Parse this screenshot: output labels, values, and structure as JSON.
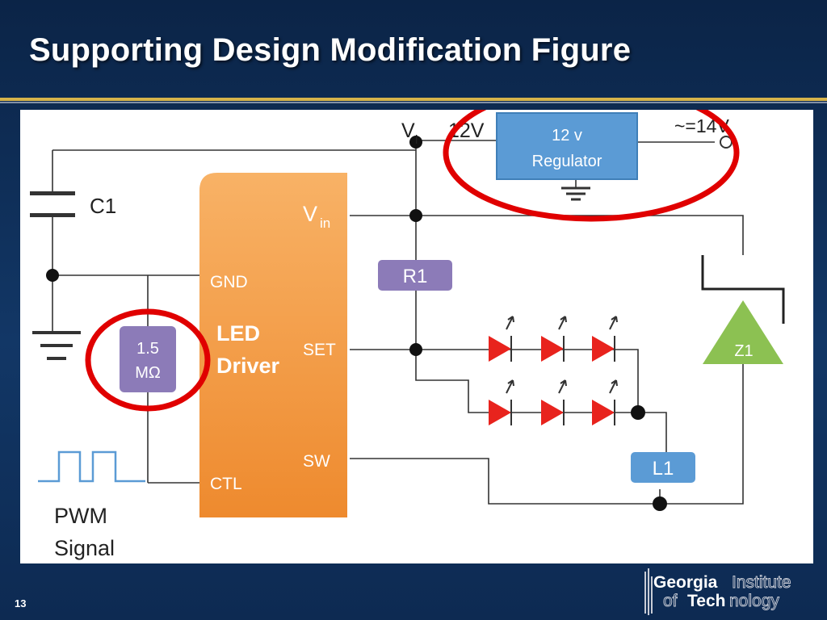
{
  "slide": {
    "title": "Supporting Design Modification Figure",
    "page_number": "13"
  },
  "logo": {
    "line1_bold": "Georgia",
    "line1_light": "Institute",
    "line2_light": "of ",
    "line2_bold": "Tech",
    "line2_light2": "nology"
  },
  "diagram": {
    "c1_label": "C1",
    "gnd_pin": "GND",
    "driver_line1": "LED",
    "driver_line2": "Driver",
    "vin_pin": "V",
    "vin_pin_sub": "in",
    "set_pin": "SET",
    "sw_pin": "SW",
    "ctl_pin": "CTL",
    "resistor_value_line1": "1.5",
    "resistor_value_line2": "MΩ",
    "pwm_label_line1": "PWM",
    "pwm_label_line2": "Signal",
    "vi_label": "V",
    "vi_label_sub": "i",
    "voltage_12v": "12V",
    "regulator_line1": "12 v",
    "regulator_line2": "Regulator",
    "output_voltage": "~=14V",
    "r1_label": "R1",
    "z1_label": "Z1",
    "l1_label": "L1"
  },
  "colors": {
    "background": "#0d2a52",
    "gold_rule": "#d6b34a",
    "driver_orange": "#f4a24c",
    "regulator_blue": "#5b9bd5",
    "component_purple": "#8c7bb8",
    "l1_blue": "#5b9bd5",
    "zener_green": "#8cc152",
    "led_red": "#e8231d",
    "highlight_red": "#e00000"
  }
}
